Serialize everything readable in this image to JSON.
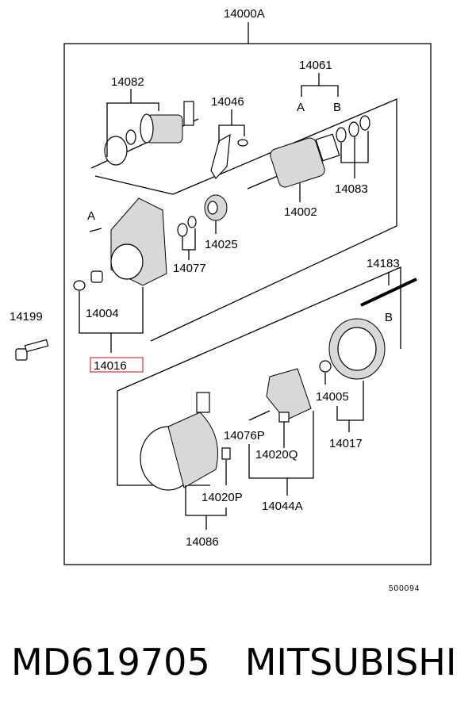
{
  "diagram": {
    "top_label": "14000A",
    "labels": {
      "l14082": "14082",
      "l14046": "14046",
      "l14061": "14061",
      "l14061a": "A",
      "l14061b": "B",
      "l14083": "14083",
      "l14002": "14002",
      "l14025": "14025",
      "l14077": "14077",
      "lA": "A",
      "l14004": "14004",
      "l14016": "14016",
      "l14199": "14199",
      "l14183": "14183",
      "lB": "B",
      "l14005": "14005",
      "l14017": "14017",
      "l14076P": "14076P",
      "l14020Q": "14020Q",
      "l14044A": "14044A",
      "l14020P": "14020P",
      "l14086": "14086"
    },
    "figure_code": "500094",
    "highlight_color": "#e05a5a"
  },
  "footer": {
    "part_number": "MD619705",
    "brand": "MITSUBISHI"
  }
}
